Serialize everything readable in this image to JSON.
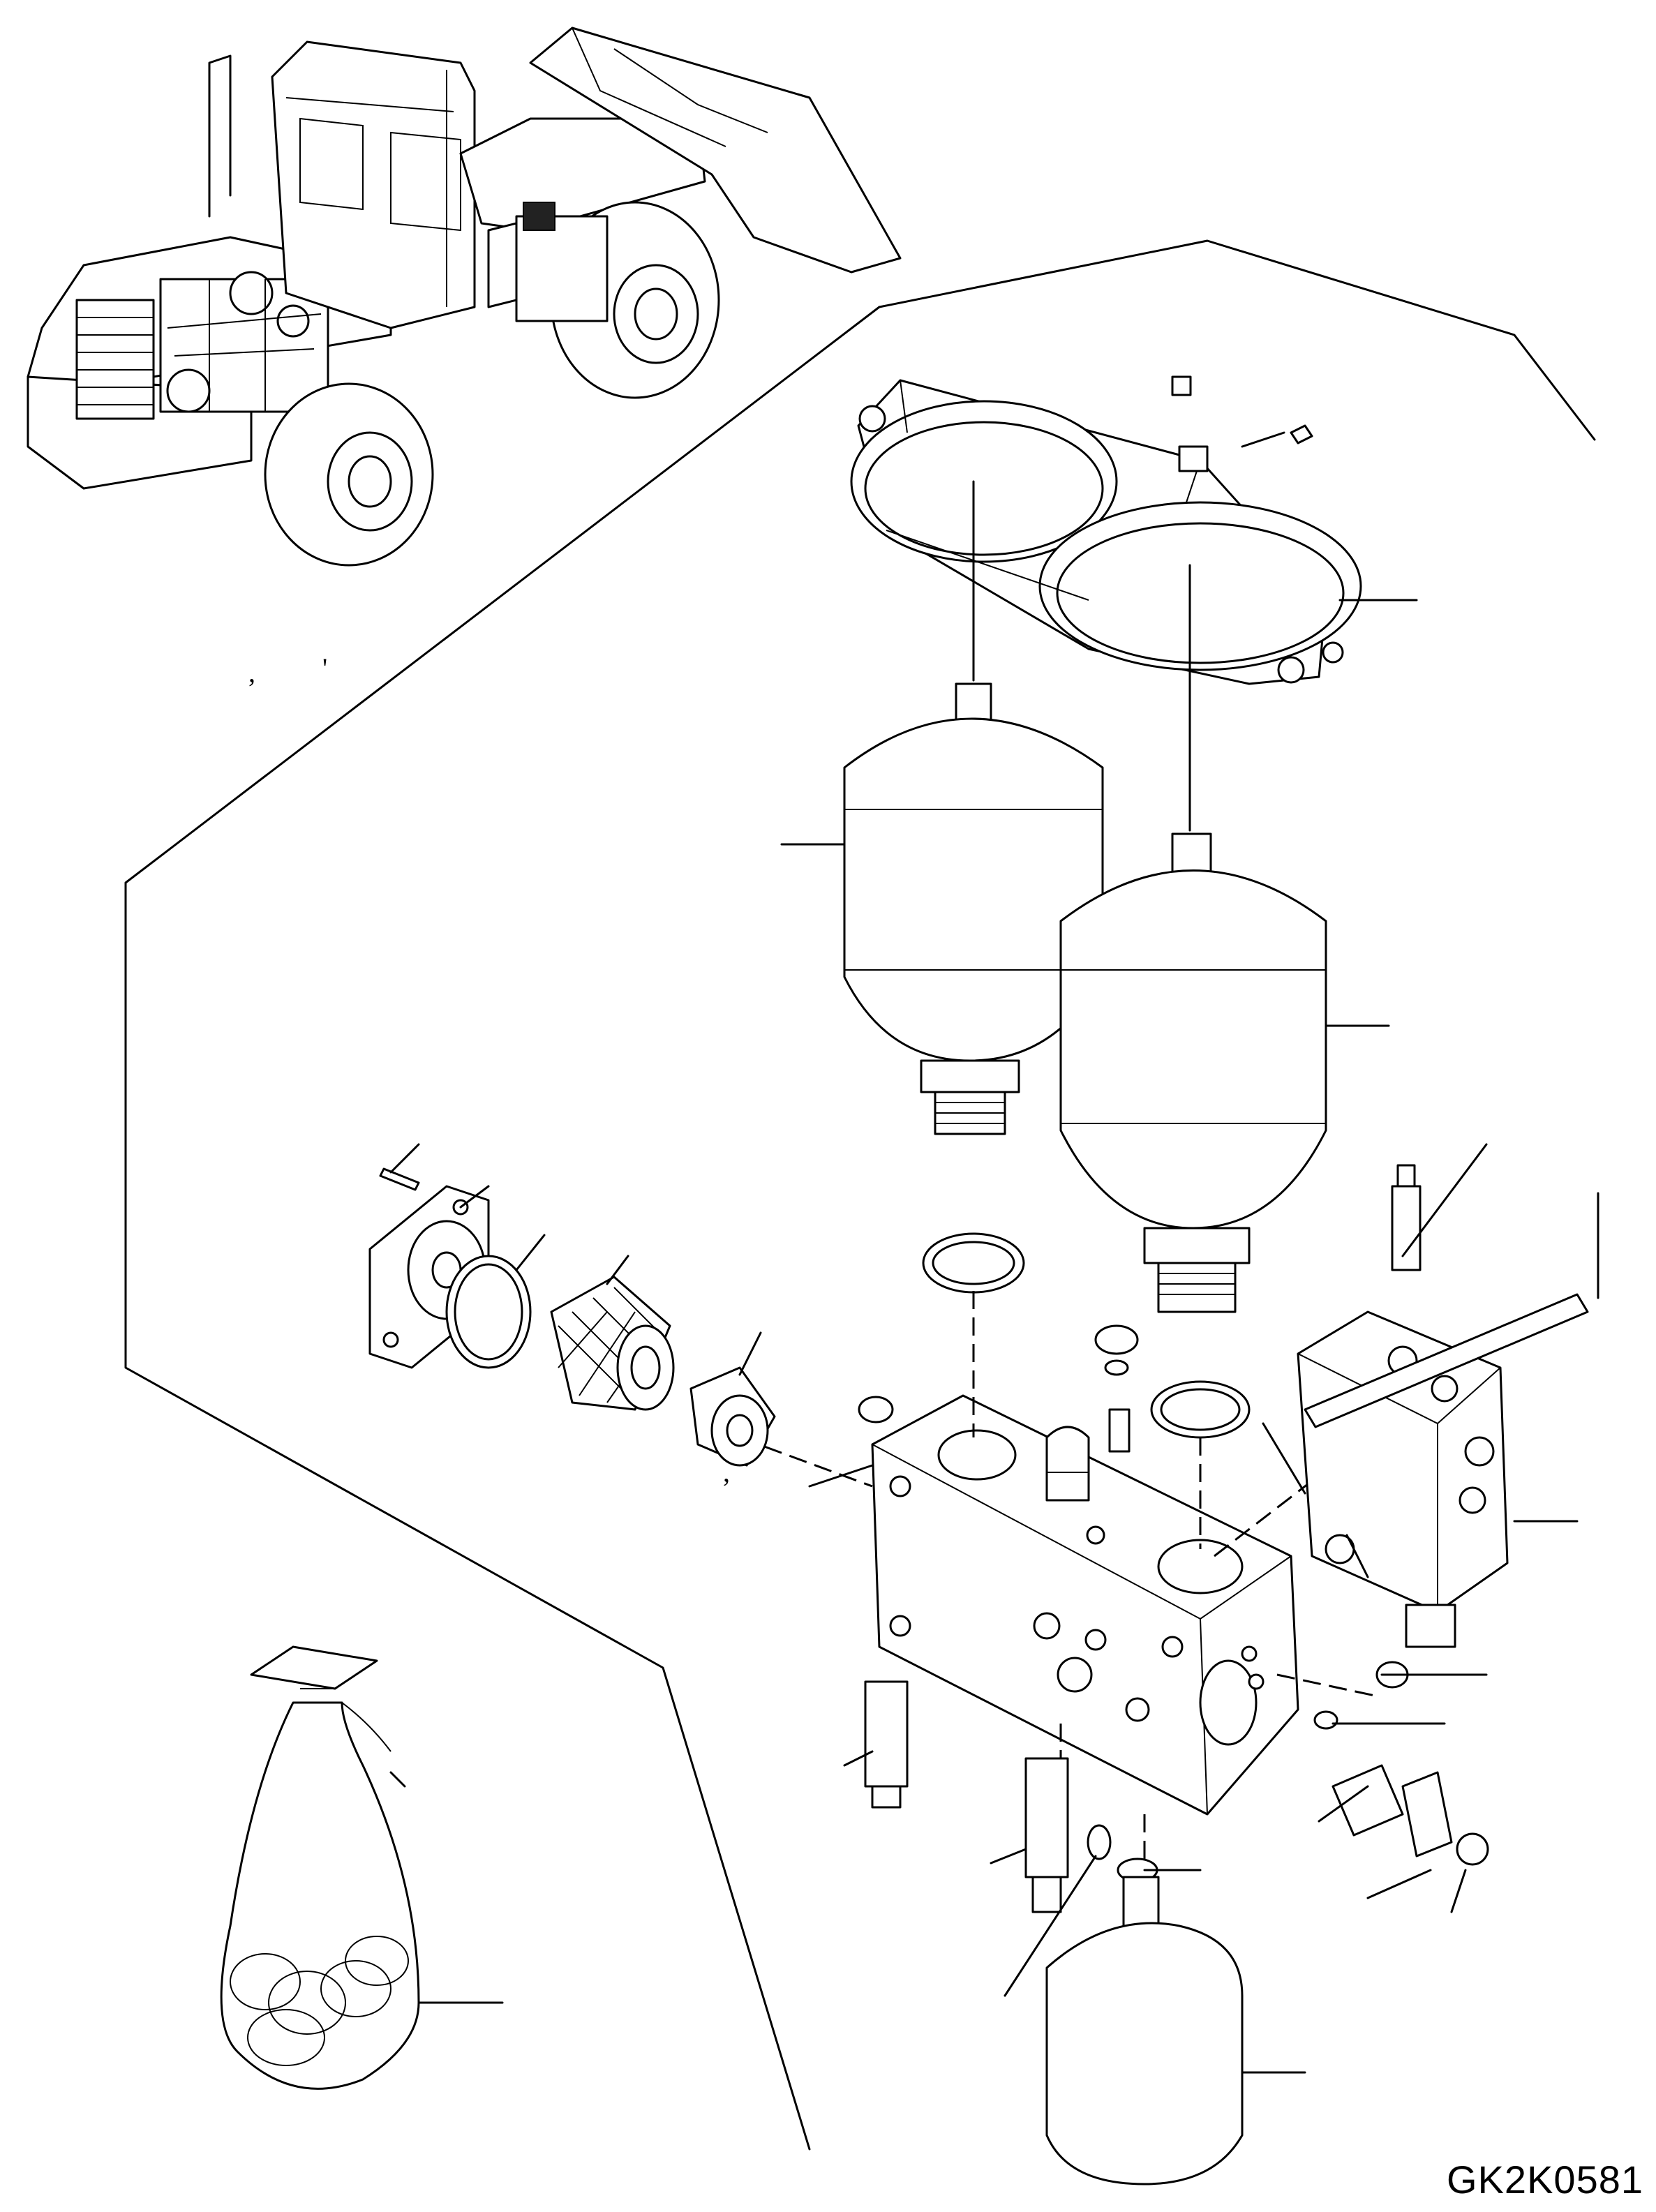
{
  "drawing_code": "GK2K0581",
  "marks": [
    ",",
    "'",
    ",",
    ","
  ],
  "components": [
    "loader-overview",
    "twin-clamp-bracket",
    "accumulator-large-left",
    "accumulator-large-right",
    "accumulator-small",
    "valve-block",
    "solenoid-valve",
    "filter-cover",
    "filter-element",
    "filter-plug",
    "o-ring-kit-bag"
  ]
}
